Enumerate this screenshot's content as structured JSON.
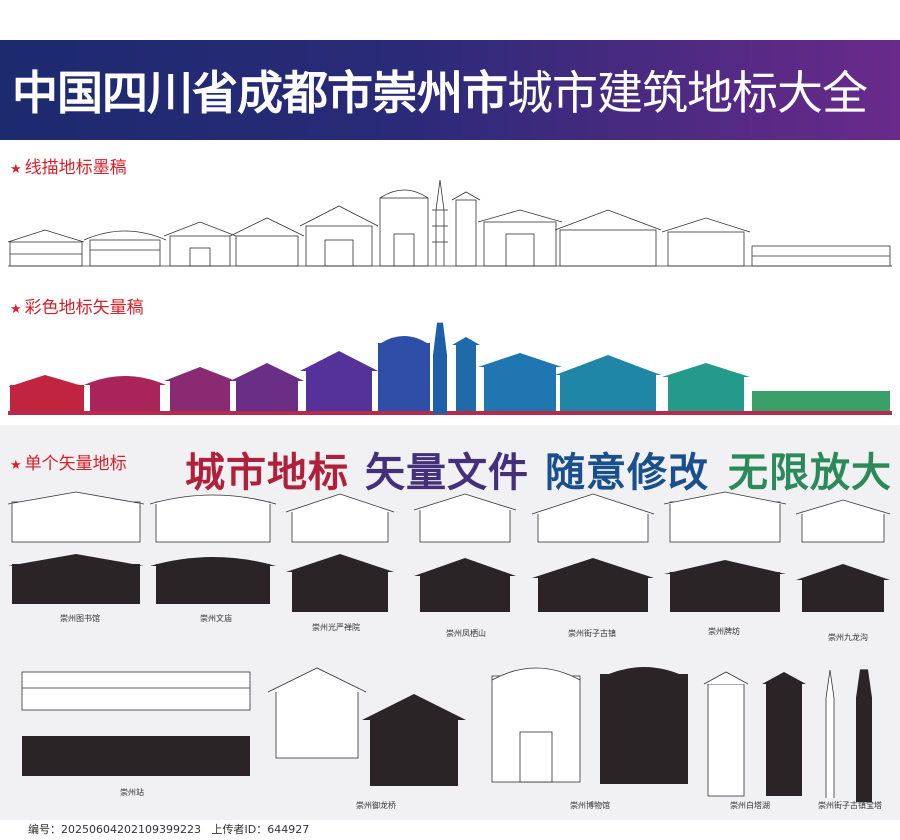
{
  "title": {
    "part1": "中国四川省成都市崇州市",
    "part2": "城市建筑地标大全"
  },
  "sections": {
    "line_art": "线描地标墨稿",
    "color": "彩色地标矢量稿",
    "single": "单个矢量地标"
  },
  "slogans": [
    "城市地标",
    "矢量文件",
    "随意修改",
    "无限放大"
  ],
  "landmarks": {
    "library": "崇州图书馆",
    "temple": "崇州文庙",
    "guangyan": "崇州光严禅院",
    "fengqi": "崇州凤栖山",
    "street": "崇州街子古镇",
    "paifang": "崇州牌坊",
    "jiulonggou": "崇州九龙沟",
    "station": "崇州站",
    "yulong": "崇州御龙桥",
    "museum": "崇州博物馆",
    "baitabridge": "崇州白塔湖",
    "pagoda": "崇州街子古镇宝塔"
  },
  "footer": {
    "id_label": "编号：",
    "id_value": "20250604202109399223",
    "uploader_label": "上传者ID：",
    "uploader_value": "644927"
  },
  "colors": {
    "banner_left": "#1c2a6e",
    "banner_right": "#6a2a8a",
    "accent_red": "#d8202a",
    "silhouette": "#2a2426"
  }
}
